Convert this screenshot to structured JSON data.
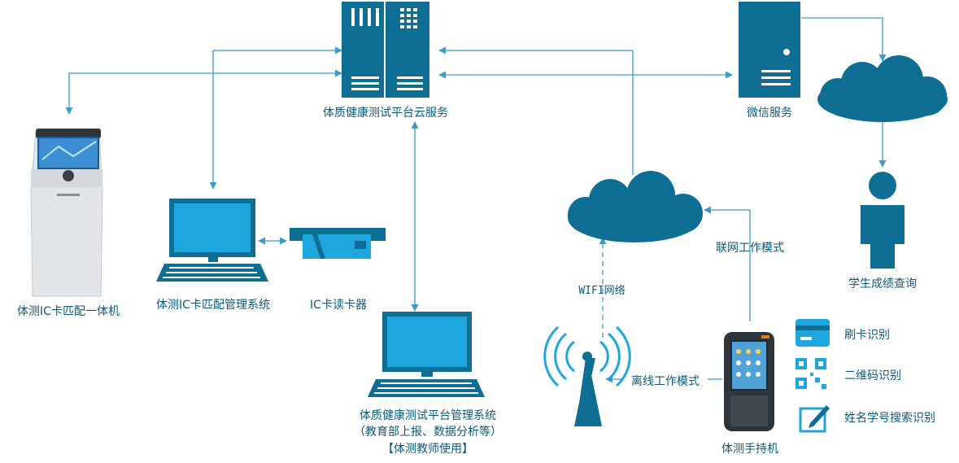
{
  "colors": {
    "primary": "#0e6e94",
    "screen": "#1ea7de",
    "line": "#3a9cc7",
    "text": "#0e5a78"
  },
  "nodes": {
    "cloud_service": {
      "label": "体质健康测试平台云服务",
      "icon": "server-rack-icon"
    },
    "wechat": {
      "label": "微信服务",
      "icon": "server-icon"
    },
    "kiosk": {
      "label": "体测IC卡匹配一体机",
      "icon": "kiosk-icon"
    },
    "ic_system": {
      "label": "体测IC卡匹配管理系统",
      "icon": "computer-icon"
    },
    "card_reader": {
      "label": "IC卡读卡器",
      "icon": "card-reader-icon"
    },
    "platform_mgmt": {
      "line1": "体质健康测试平台管理系统",
      "line2": "（教育部上报、数据分析等）",
      "line3": "【体测教师使用】",
      "icon": "computer-icon"
    },
    "handheld": {
      "label": "体测手持机",
      "icon": "handheld-device-icon"
    },
    "student_query": {
      "label": "学生成绩查询",
      "icon": "person-icon"
    },
    "wifi_tower": {
      "icon": "wifi-tower-icon"
    }
  },
  "edges": {
    "wifi": "WIFI网络",
    "online_mode": "联网工作模式",
    "offline_mode": "离线工作模式"
  },
  "features": [
    {
      "label": "刷卡识别",
      "icon": "card-swipe-icon"
    },
    {
      "label": "二维码识别",
      "icon": "qr-code-icon"
    },
    {
      "label": "姓名学号搜索识别",
      "icon": "edit-search-icon"
    }
  ]
}
